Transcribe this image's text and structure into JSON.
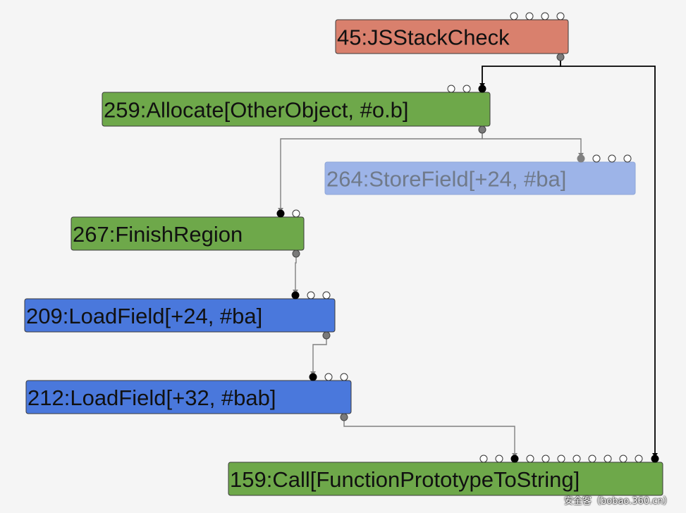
{
  "colors": {
    "background": "#f5f5f5",
    "js_node": "#d9806d",
    "control_node": "#6ea84a",
    "load_node": "#4a78dc",
    "faded_node": "#9db4e8",
    "edge": "#000000",
    "edge_faded": "#808080"
  },
  "nodes": [
    {
      "id": "45",
      "label": "45:JSStackCheck",
      "color": "#d9806d",
      "faded": false
    },
    {
      "id": "259",
      "label": "259:Allocate[OtherObject, #o.b]",
      "color": "#6ea84a",
      "faded": false
    },
    {
      "id": "264",
      "label": "264:StoreField[+24, #ba]",
      "color": "#9db4e8",
      "faded": true
    },
    {
      "id": "267",
      "label": "267:FinishRegion",
      "color": "#6ea84a",
      "faded": false
    },
    {
      "id": "209",
      "label": "209:LoadField[+24, #ba]",
      "color": "#4a78dc",
      "faded": false
    },
    {
      "id": "212",
      "label": "212:LoadField[+32, #bab]",
      "color": "#4a78dc",
      "faded": false
    },
    {
      "id": "159",
      "label": "159:Call[FunctionPrototypeToString]",
      "color": "#6ea84a",
      "faded": false
    }
  ],
  "edges": [
    {
      "from": "45",
      "to": "259",
      "faded": false
    },
    {
      "from": "45",
      "to": "159",
      "faded": false
    },
    {
      "from": "259",
      "to": "264",
      "faded": true
    },
    {
      "from": "259",
      "to": "267",
      "faded": true
    },
    {
      "from": "267",
      "to": "209",
      "faded": true
    },
    {
      "from": "209",
      "to": "212",
      "faded": true
    },
    {
      "from": "212",
      "to": "159",
      "faded": true
    }
  ],
  "watermark": "安全客（bobao.360.cn）"
}
